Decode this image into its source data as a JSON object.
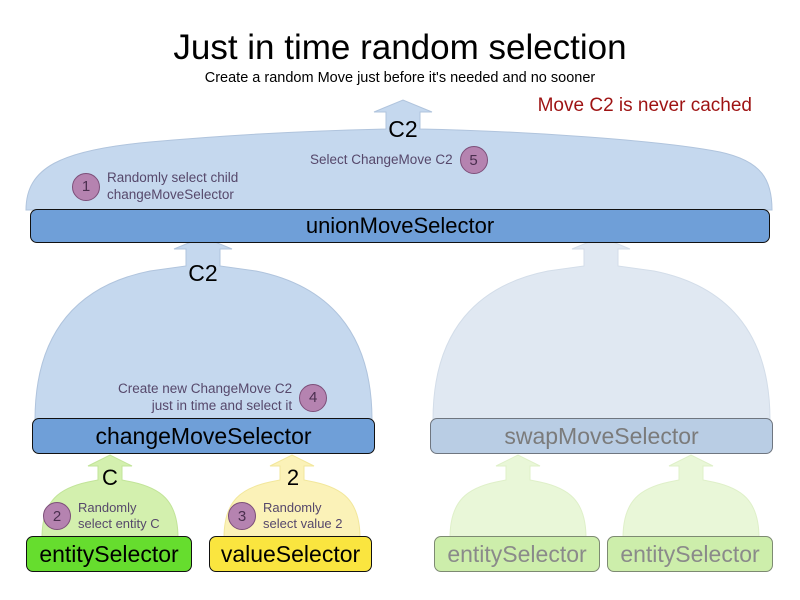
{
  "header": {
    "title": "Just in time random selection",
    "subtitle": "Create a random Move just before it's needed and no sooner",
    "warning": "Move C2 is never cached"
  },
  "colors": {
    "selector_blue": "#6f9fd8",
    "cloud_blue": "#c5d8ee",
    "entity_green": "#66dd2e",
    "entity_cloud_green": "#d3f0ae",
    "value_yellow": "#fae53f",
    "value_cloud_yellow": "#fbf2b8",
    "badge_purple": "#b583b0",
    "badge_border": "#7d4f79",
    "annotation_text": "#56486b",
    "warning_red": "#9e1313",
    "faded_blue": "#b9cde4",
    "faded_cloud_blue": "#e0e8f2",
    "faded_green": "#cdeeab",
    "faded_cloud_green": "#e9f7d8",
    "faded_text": "#8a8a8a"
  },
  "nodes": {
    "union_move_selector": "unionMoveSelector",
    "change_move_selector": "changeMoveSelector",
    "swap_move_selector": "swapMoveSelector",
    "entity_selector_change": "entitySelector",
    "value_selector_change": "valueSelector",
    "entity_selector_swap_left": "entitySelector",
    "entity_selector_swap_right": "entitySelector"
  },
  "flow_labels": {
    "top_output": "C2",
    "change_output": "C2",
    "entity_output": "C",
    "value_output": "2"
  },
  "annotations": [
    {
      "number": "1",
      "text": "Randomly select child\nchangeMoveSelector",
      "align": "left"
    },
    {
      "number": "2",
      "text": "Randomly\nselect entity C",
      "align": "left"
    },
    {
      "number": "3",
      "text": "Randomly\nselect value 2",
      "align": "left"
    },
    {
      "number": "4",
      "text": "Create new ChangeMove C2\njust in time and select it",
      "align": "right"
    },
    {
      "number": "5",
      "text": "Select ChangeMove C2",
      "align": "right"
    }
  ]
}
